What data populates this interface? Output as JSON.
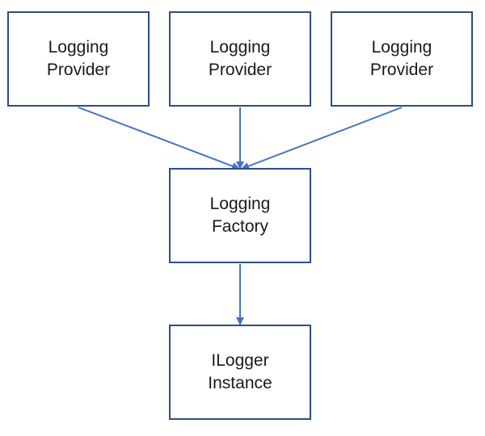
{
  "diagram": {
    "nodes": [
      {
        "id": "provider-1",
        "lines": [
          "Logging",
          "Provider"
        ]
      },
      {
        "id": "provider-2",
        "lines": [
          "Logging",
          "Provider"
        ]
      },
      {
        "id": "provider-3",
        "lines": [
          "Logging",
          "Provider"
        ]
      },
      {
        "id": "factory",
        "lines": [
          "Logging",
          "Factory"
        ]
      },
      {
        "id": "instance",
        "lines": [
          "ILogger",
          "Instance"
        ]
      }
    ],
    "edges": [
      {
        "from": "provider-1",
        "to": "factory"
      },
      {
        "from": "provider-2",
        "to": "factory"
      },
      {
        "from": "provider-3",
        "to": "factory"
      },
      {
        "from": "factory",
        "to": "instance"
      }
    ],
    "colors": {
      "box_border": "#2F4C8A",
      "arrow": "#4472C4"
    }
  }
}
